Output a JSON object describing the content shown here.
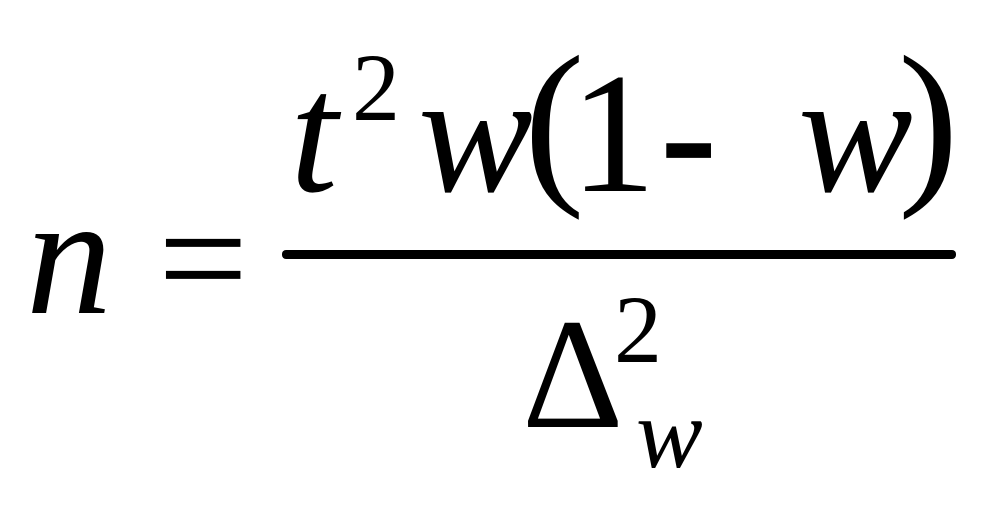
{
  "formula": {
    "lhs": "n",
    "equals": "=",
    "numerator": {
      "t": "t",
      "t_exponent": "2",
      "w_first": "w",
      "paren_open": "(",
      "one": "1",
      "minus": "-",
      "w_second": "w",
      "paren_close": ")"
    },
    "denominator": {
      "delta": "Δ",
      "exponent": "2",
      "subscript": "w"
    }
  }
}
